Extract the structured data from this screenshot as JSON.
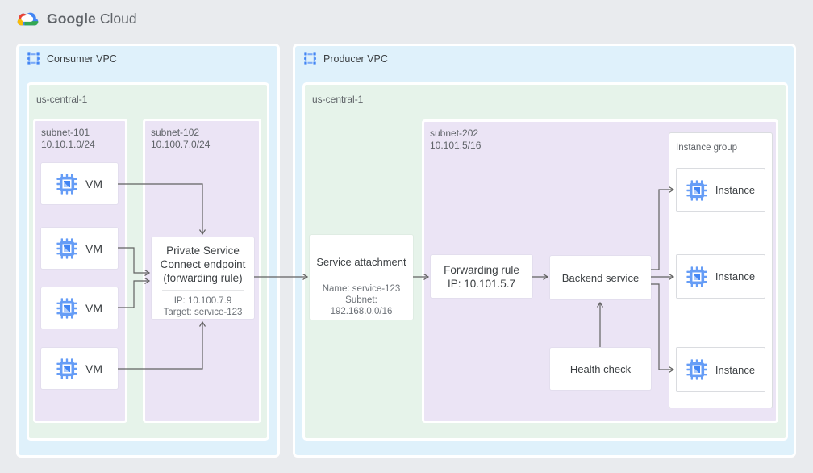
{
  "logo": {
    "part1": "Google",
    "part2": "Cloud"
  },
  "icons": {
    "logo": "google-cloud-logo-icon",
    "vpc": "vpc-network-icon",
    "vm": "compute-engine-icon"
  },
  "colors": {
    "canvas_bg": "#e9ebee",
    "vpc_bg": "#dff1fb",
    "region_bg": "#e6f3ea",
    "subnet_bg": "#ebe4f5",
    "node_bg": "#ffffff",
    "accent_blue": "#4285f4",
    "arrow": "#616161",
    "text_dark": "#3c4043",
    "text_gray": "#5f6368"
  },
  "consumer_vpc": {
    "label": "Consumer VPC",
    "region": {
      "label": "us-central-1",
      "subnet_101": {
        "name": "subnet-101",
        "cidr": "10.10.1.0/24",
        "vms": [
          {
            "label": "VM"
          },
          {
            "label": "VM"
          },
          {
            "label": "VM"
          },
          {
            "label": "VM"
          }
        ]
      },
      "subnet_102": {
        "name": "subnet-102",
        "cidr": "10.100.7.0/24",
        "psc_endpoint": {
          "title_line1": "Private Service",
          "title_line2": "Connect endpoint",
          "title_line3": "(forwarding rule)",
          "detail_ip": "IP: 10.100.7.9",
          "detail_target": "Target: service-123"
        }
      }
    }
  },
  "producer_vpc": {
    "label": "Producer VPC",
    "region": {
      "label": "us-central-1",
      "service_attachment": {
        "title": "Service attachment",
        "detail_name": "Name: service-123",
        "detail_subnet_label": "Subnet:",
        "detail_subnet_cidr": "192.168.0.0/16"
      },
      "subnet_202": {
        "name": "subnet-202",
        "cidr": "10.101.5/16",
        "forwarding_rule": {
          "title": "Forwarding rule",
          "detail_ip": "IP: 10.101.5.7"
        },
        "backend_service": {
          "title": "Backend service"
        },
        "health_check": {
          "title": "Health check"
        },
        "instance_group": {
          "label": "Instance group",
          "instances": [
            {
              "label": "Instance"
            },
            {
              "label": "Instance"
            },
            {
              "label": "Instance"
            }
          ]
        }
      }
    }
  }
}
